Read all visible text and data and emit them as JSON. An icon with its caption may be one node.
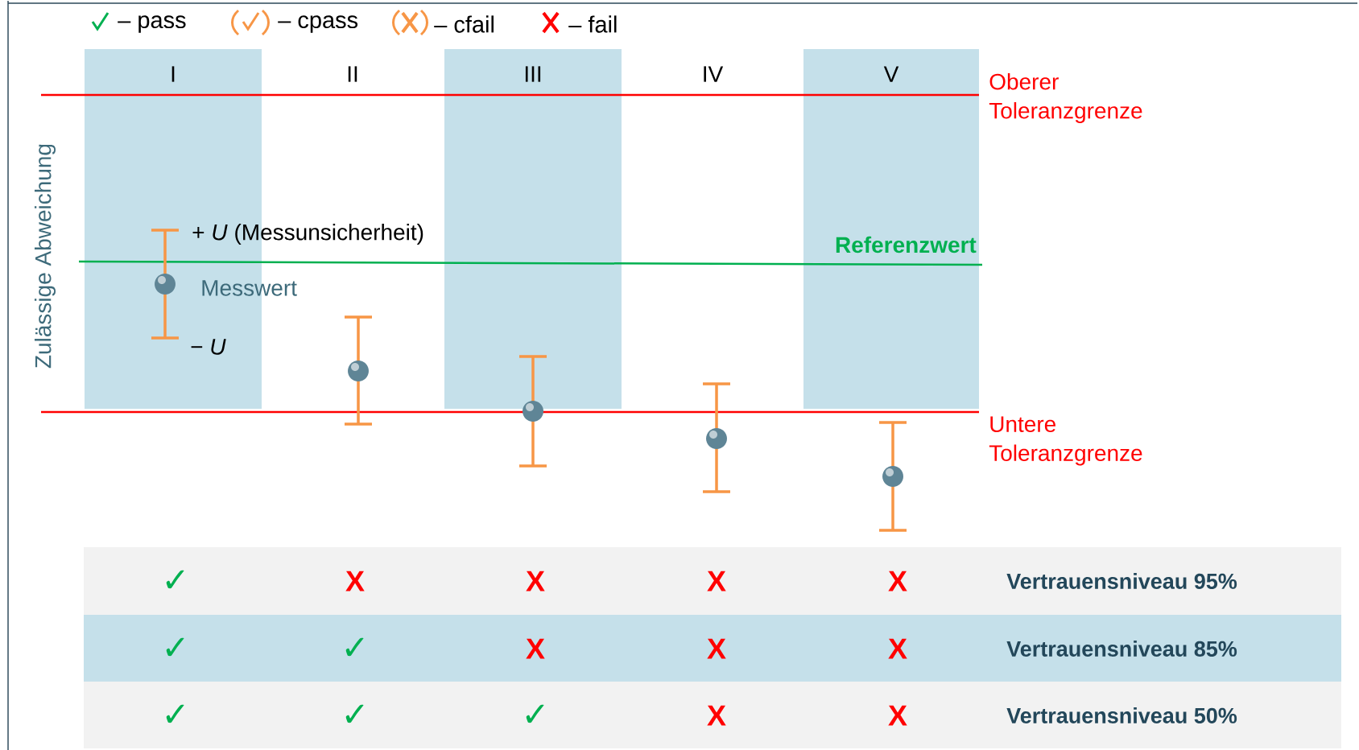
{
  "diagram": {
    "labels": [
      "I",
      "II",
      "III",
      "IV",
      "V",
      "Oberer Toleranzgrenze",
      "Zulässige Abweichung",
      "+ *U* (Messunsicherheit)",
      "Referenzwert",
      "Messwert",
      "− *U*",
      "Untere Toleranzgrenze",
      "✓",
      "X",
      "X",
      "X",
      "X",
      "Vertrauensniveau 95%",
      "✓",
      "✓",
      "X",
      "X",
      "X",
      "Vertrauensniveau 85%",
      "✓",
      "✓",
      "✓",
      "X",
      "X",
      "Vertrauensniveau 50%"
    ],
    "legend": [
      {
        "text": "– pass"
      },
      {
        "text": "– cpass"
      },
      {
        "text": "– cfail"
      },
      {
        "text": "– fail"
      }
    ]
  }
}
